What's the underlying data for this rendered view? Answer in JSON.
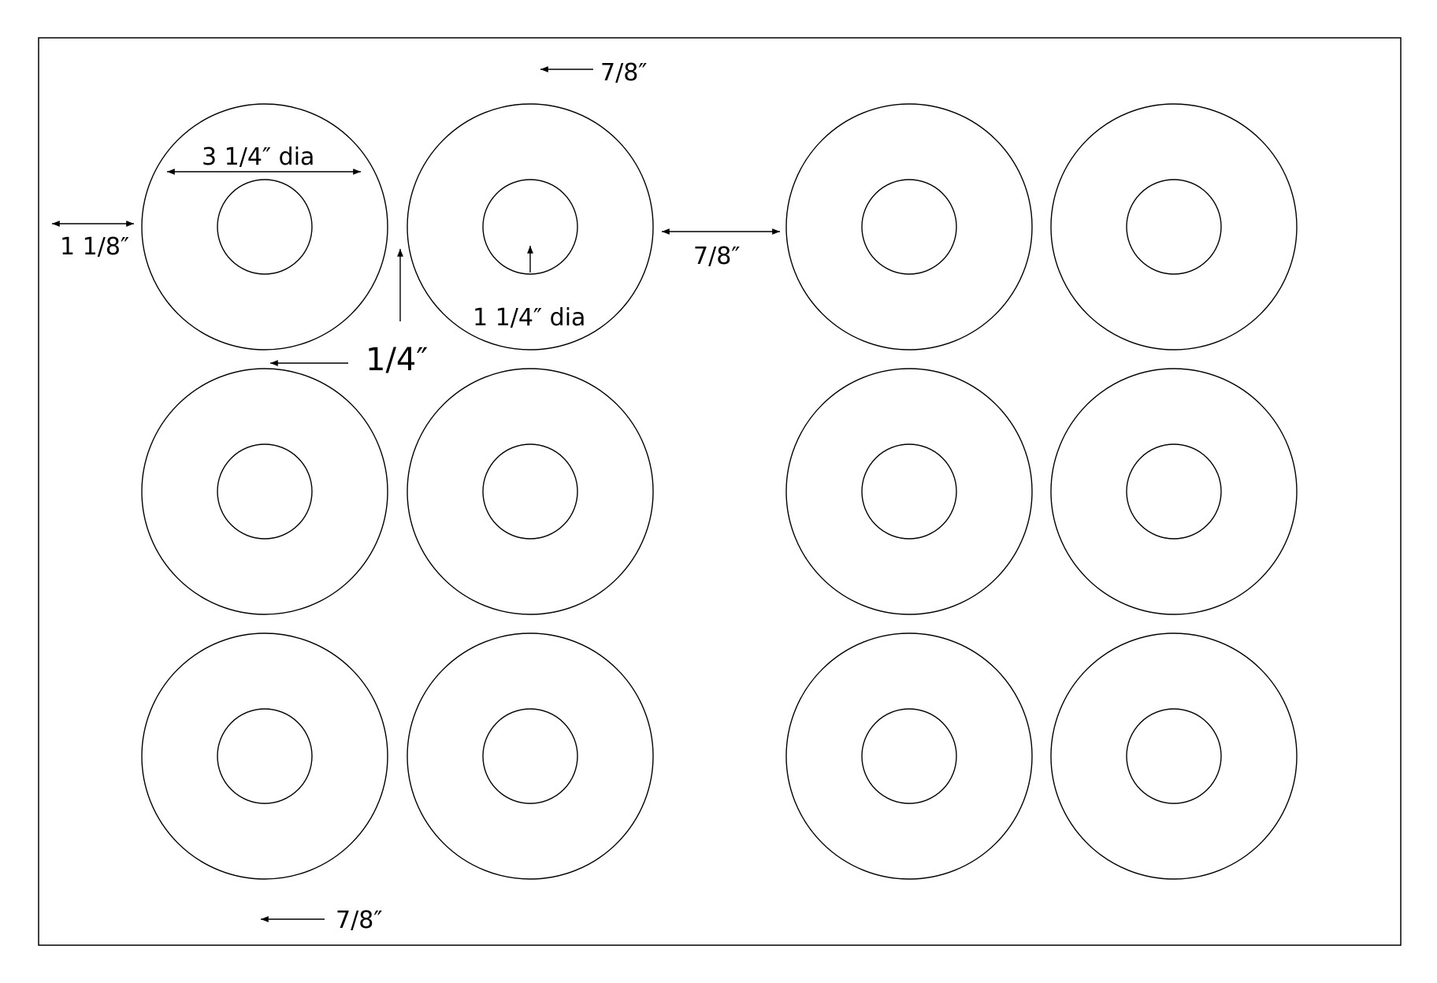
{
  "colors": {
    "background": "#ffffff",
    "line": "#000000"
  },
  "labels": {
    "top_gap": "7/8″",
    "outer_dia": "3 1/4″ dia",
    "left_margin": "1 1/8″",
    "col_gap": "7/8″",
    "inner_dia": "1 1/4″ dia",
    "row_gap": "1/4″",
    "bottom_gap": "7/8″"
  },
  "labels_grid": {
    "rows": 3,
    "columns": 4,
    "total_labels": 12
  }
}
